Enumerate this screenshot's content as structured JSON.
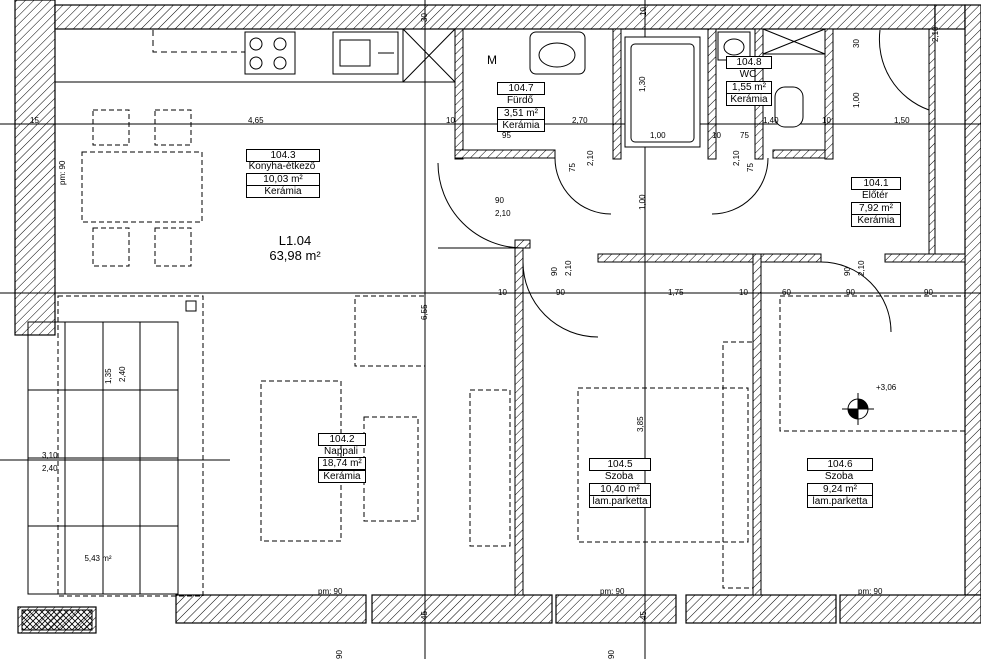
{
  "apartment": {
    "id": "L1.04",
    "area": "63,98 m²"
  },
  "rooms": {
    "konyha": {
      "num": "104.3",
      "name": "Konyha-étkező",
      "area": "10,03 m²",
      "floor": "Kerámia"
    },
    "nappali": {
      "num": "104.2",
      "name": "Nappali",
      "area": "18,74 m²",
      "floor": "Kerámia"
    },
    "furdo": {
      "num": "104.7",
      "name": "Fürdő",
      "area": "3,51 m²",
      "floor": "Kerámia"
    },
    "wc": {
      "num": "104.8",
      "name": "WC",
      "area": "1,55 m²",
      "floor": "Kerámia"
    },
    "eloter": {
      "num": "104.1",
      "name": "Előtér",
      "area": "7,92 m²",
      "floor": "Kerámia"
    },
    "szoba1": {
      "num": "104.5",
      "name": "Szoba",
      "area": "10,40 m²",
      "floor": "lam.parketta"
    },
    "szoba2": {
      "num": "104.6",
      "name": "Szoba",
      "area": "9,24 m²",
      "floor": "lam.parketta"
    }
  },
  "terrace": {
    "area": "5,43 m²"
  },
  "meter": "M",
  "level": "+3,06",
  "dims": {
    "d465": "4,65",
    "d270": "2,70",
    "d140": "1,40",
    "d150": "1,50",
    "d175": "1,75",
    "d90": "90",
    "d10": "10",
    "d75": "75",
    "d60": "60",
    "d95": "95",
    "d100": "1,00",
    "d130": "1,30",
    "d210": "2,10",
    "d135": "1,35",
    "d240": "2,40",
    "d310": "3,10",
    "d385": "3,85",
    "d655": "6,55",
    "d45": "45",
    "d30": "30",
    "d15": "15",
    "pm90": "pm: 90"
  }
}
